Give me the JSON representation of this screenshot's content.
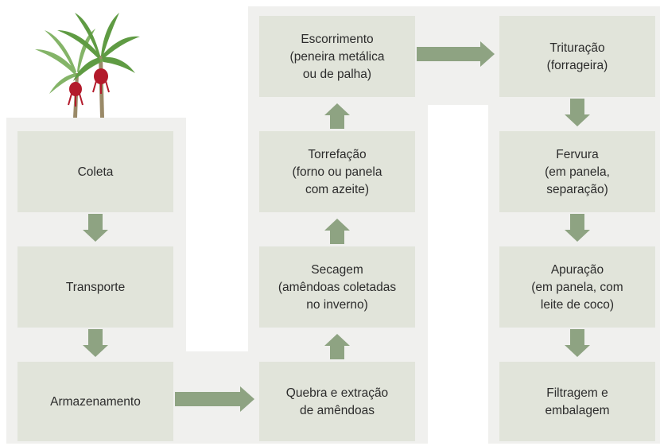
{
  "colors": {
    "background_panel": "#f0f0ee",
    "step_box": "#e1e4da",
    "arrow": "#8ea382",
    "text": "#2c2c2c",
    "palm_leaf": "#5f9b43",
    "palm_trunk": "#9a8a68",
    "palm_fruit": "#b31a2b"
  },
  "illustration": {
    "icon": "palm-tree-icon"
  },
  "steps": [
    {
      "id": "coleta",
      "lines": [
        "Coleta"
      ]
    },
    {
      "id": "transporte",
      "lines": [
        "Transporte"
      ]
    },
    {
      "id": "armazenamento",
      "lines": [
        "Armazenamento"
      ]
    },
    {
      "id": "quebra",
      "lines": [
        "Quebra e extração",
        "de amêndoas"
      ]
    },
    {
      "id": "secagem",
      "lines": [
        "Secagem",
        "(amêndoas coletadas",
        "no inverno)"
      ]
    },
    {
      "id": "torrefacao",
      "lines": [
        "Torrefação",
        "(forno ou panela",
        "com azeite)"
      ]
    },
    {
      "id": "escorrimento",
      "lines": [
        "Escorrimento",
        "(peneira metálica",
        "ou de palha)"
      ]
    },
    {
      "id": "trituracao",
      "lines": [
        "Trituração",
        "(forrageira)"
      ]
    },
    {
      "id": "fervura",
      "lines": [
        "Fervura",
        "(em panela,",
        "separação)"
      ]
    },
    {
      "id": "apuracao",
      "lines": [
        "Apuração",
        "(em panela, com",
        "leite de coco)"
      ]
    },
    {
      "id": "filtragem",
      "lines": [
        "Filtragem e",
        "embalagem"
      ]
    }
  ],
  "flow": [
    {
      "from": "coleta",
      "to": "transporte",
      "direction": "down"
    },
    {
      "from": "transporte",
      "to": "armazenamento",
      "direction": "down"
    },
    {
      "from": "armazenamento",
      "to": "quebra",
      "direction": "right"
    },
    {
      "from": "quebra",
      "to": "secagem",
      "direction": "up"
    },
    {
      "from": "secagem",
      "to": "torrefacao",
      "direction": "up"
    },
    {
      "from": "torrefacao",
      "to": "escorrimento",
      "direction": "up"
    },
    {
      "from": "escorrimento",
      "to": "trituracao",
      "direction": "right"
    },
    {
      "from": "trituracao",
      "to": "fervura",
      "direction": "down"
    },
    {
      "from": "fervura",
      "to": "apuracao",
      "direction": "down"
    },
    {
      "from": "apuracao",
      "to": "filtragem",
      "direction": "down"
    }
  ]
}
